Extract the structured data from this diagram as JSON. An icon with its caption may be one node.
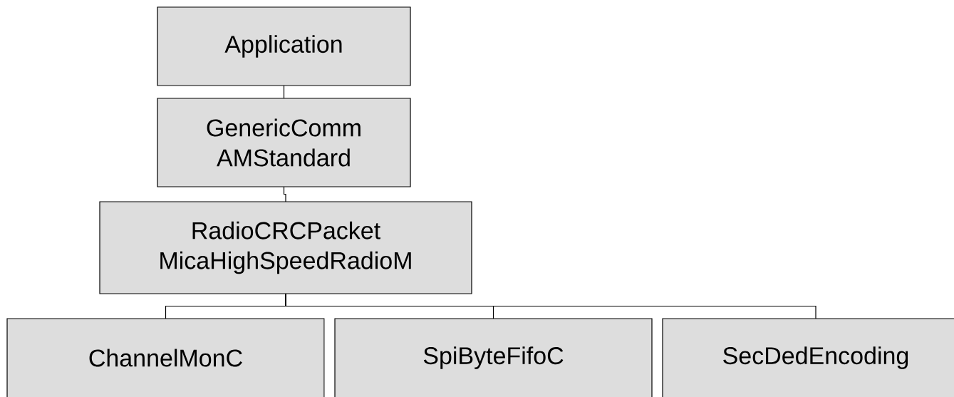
{
  "diagram": {
    "nodes": [
      {
        "text": [
          "Application"
        ]
      },
      {
        "text": [
          "GenericComm",
          "AMStandard"
        ]
      },
      {
        "text": [
          "RadioCRCPacket",
          "MicaHighSpeedRadioM"
        ]
      },
      {
        "text": [
          "ChannelMonC"
        ]
      },
      {
        "text": [
          "SpiByteFifoC"
        ]
      },
      {
        "text": [
          "SecDedEncoding"
        ]
      }
    ],
    "edges": [
      {
        "from": 0,
        "to": 1,
        "arrow": "none"
      },
      {
        "from": 1,
        "to": 2,
        "arrow": "none"
      },
      {
        "from": 2,
        "to": 3,
        "arrow": "none"
      },
      {
        "from": 2,
        "to": 4,
        "arrow": "none"
      },
      {
        "from": 2,
        "to": 5,
        "arrow": "none"
      }
    ]
  }
}
